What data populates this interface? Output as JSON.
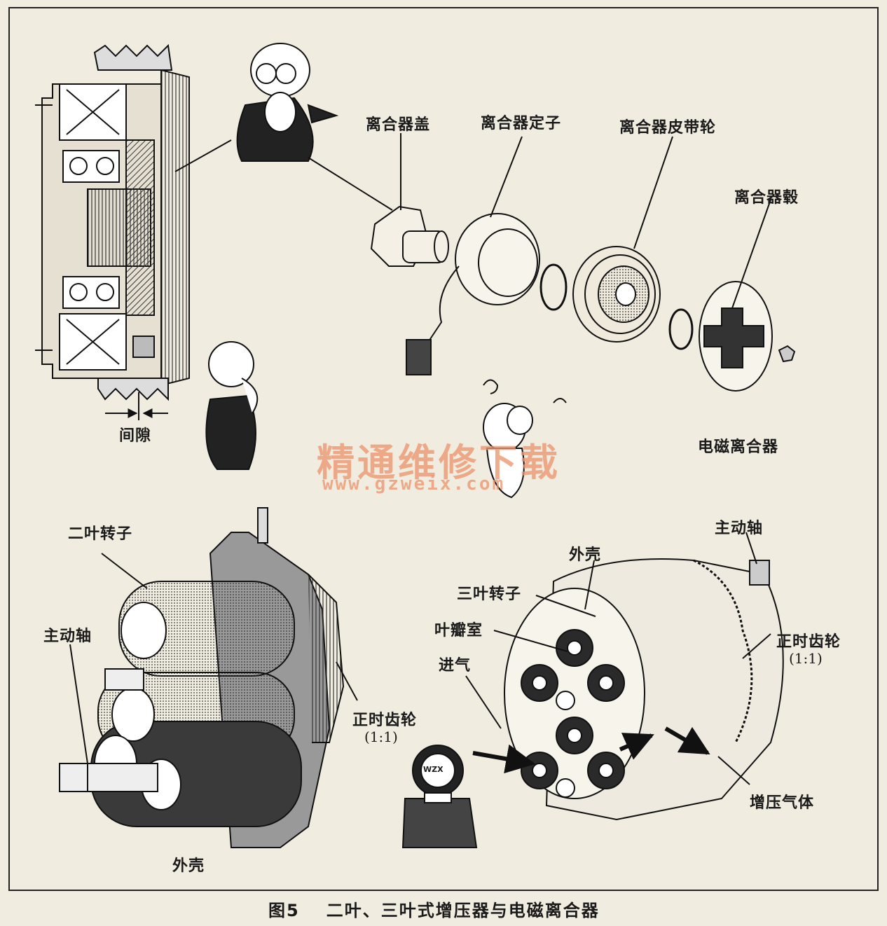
{
  "top": {
    "gap_label": "间隙",
    "clutch_cover": "离合器盖",
    "clutch_stator": "离合器定子",
    "clutch_pulley": "离合器皮带轮",
    "clutch_hub": "离合器毂",
    "em_clutch": "电磁离合器"
  },
  "bottom_left": {
    "two_lobe_rotor": "二叶转子",
    "drive_shaft": "主动轴",
    "timing_gear": "正时齿轮",
    "timing_ratio": "(1:1)",
    "housing": "外壳"
  },
  "bottom_right": {
    "drive_shaft": "主动轴",
    "housing": "外壳",
    "three_lobe_rotor": "三叶转子",
    "lobe_chamber": "叶瓣室",
    "intake": "进气",
    "timing_gear": "正时齿轮",
    "timing_ratio": "(1:1)",
    "boost_gas": "增压气体"
  },
  "stamp_text": "WZX",
  "watermark": {
    "cn": "精通维修下载",
    "url": "www.gzweix.com"
  },
  "caption": {
    "figure": "图5",
    "title": "二叶、三叶式增压器与电磁离合器"
  }
}
